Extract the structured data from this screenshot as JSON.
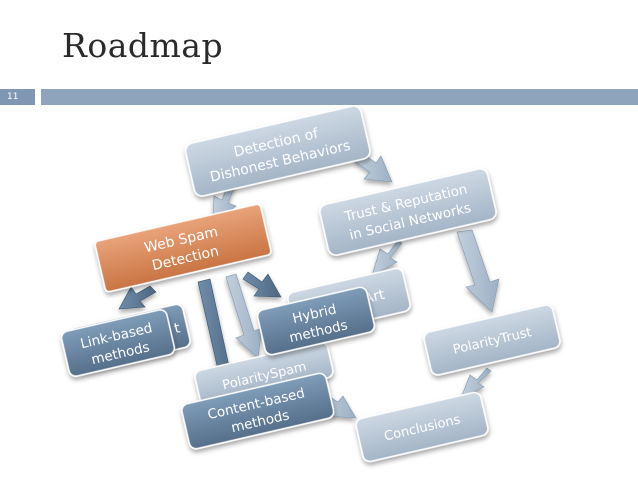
{
  "slide": {
    "title": "Roadmap",
    "number": "11"
  },
  "colors": {
    "accent_bar": "#8ea3bc",
    "number_box": "#7f97b3",
    "box_light": "#b5c4d3",
    "box_dark": "#62819f",
    "box_highlight": "#d7885a"
  },
  "nodes": {
    "dishonest_behaviors": [
      "Detection of",
      "Dishonest Behaviors"
    ],
    "trust_reputation": [
      "Trust & Reputation",
      "in Social Networks"
    ],
    "web_spam": [
      "Web Spam",
      "Detection"
    ],
    "state_of_art_partial": "of-Art",
    "hybrid": [
      "Hybrid",
      "methods"
    ],
    "link_based": [
      "Link-based",
      "methods"
    ],
    "link_based_behind_partial": "t",
    "polarity_spam": "PolaritySpam",
    "content_based": [
      "Content-based",
      "methods"
    ],
    "polarity_trust": "PolarityTrust",
    "conclusions": "Conclusions"
  }
}
